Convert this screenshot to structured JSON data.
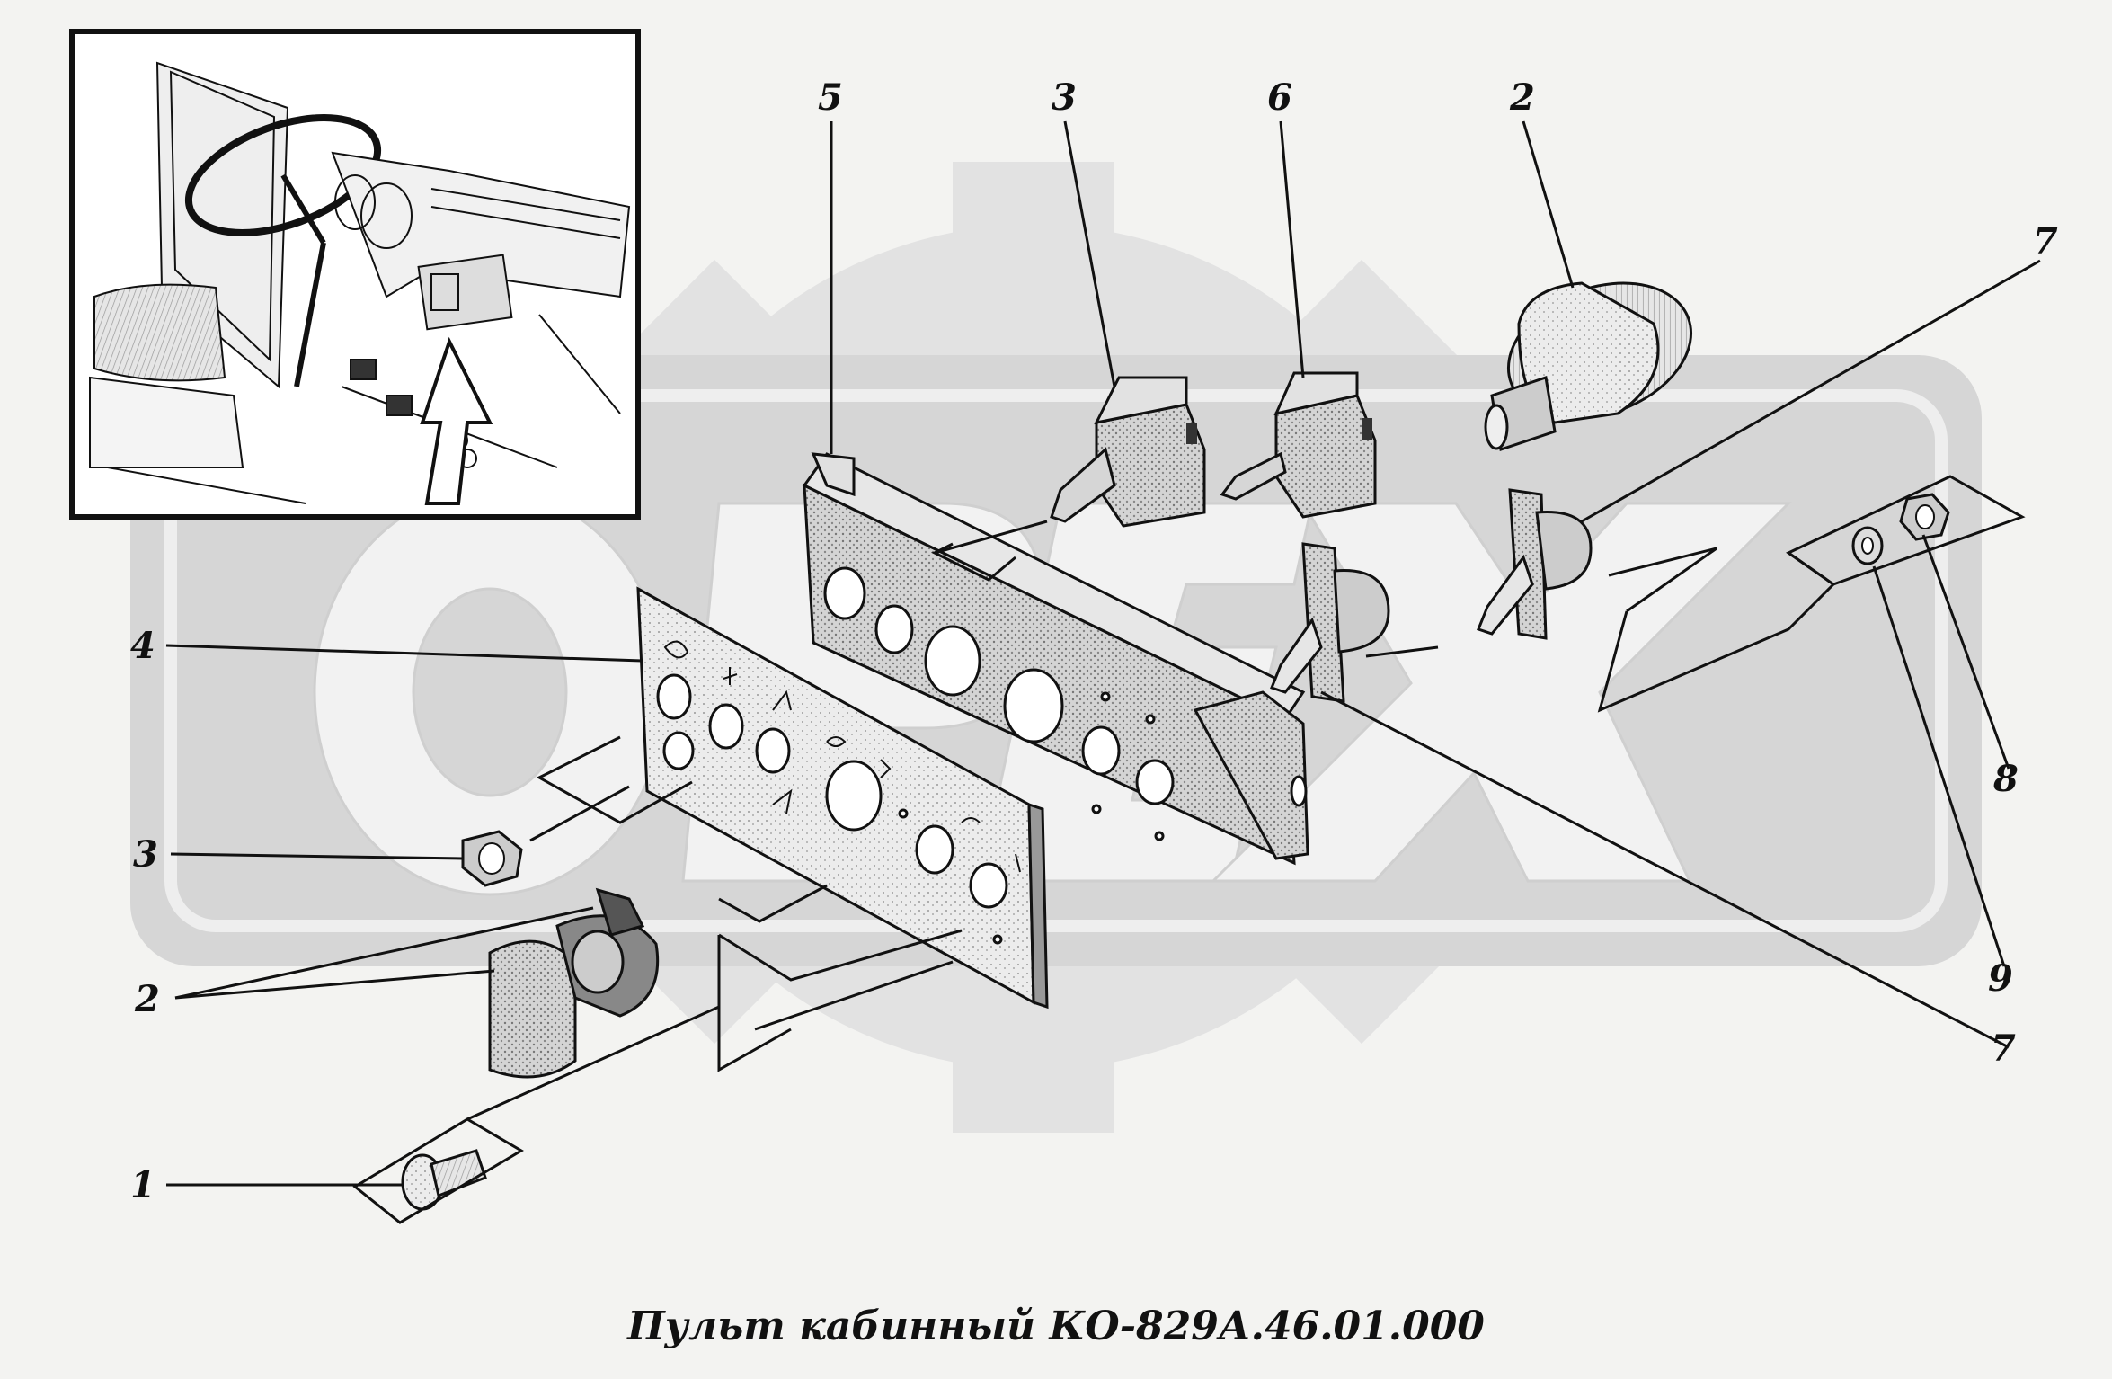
{
  "caption": "Пульт кабинный КО-829А.46.01.000",
  "watermark": "ОРЕХ",
  "colors": {
    "background": "#f3f3f1",
    "watermark": "#dcdcdc",
    "ink": "#111111",
    "part_fill": "#c9c9c9"
  },
  "callouts": {
    "c5": "5",
    "c3_top": "3",
    "c6": "6",
    "c2_top": "2",
    "c7_top": "7",
    "c4": "4",
    "c3_left": "3",
    "c2_left": "2",
    "c1": "1",
    "c8": "8",
    "c9": "9",
    "c7_bottom": "7"
  }
}
